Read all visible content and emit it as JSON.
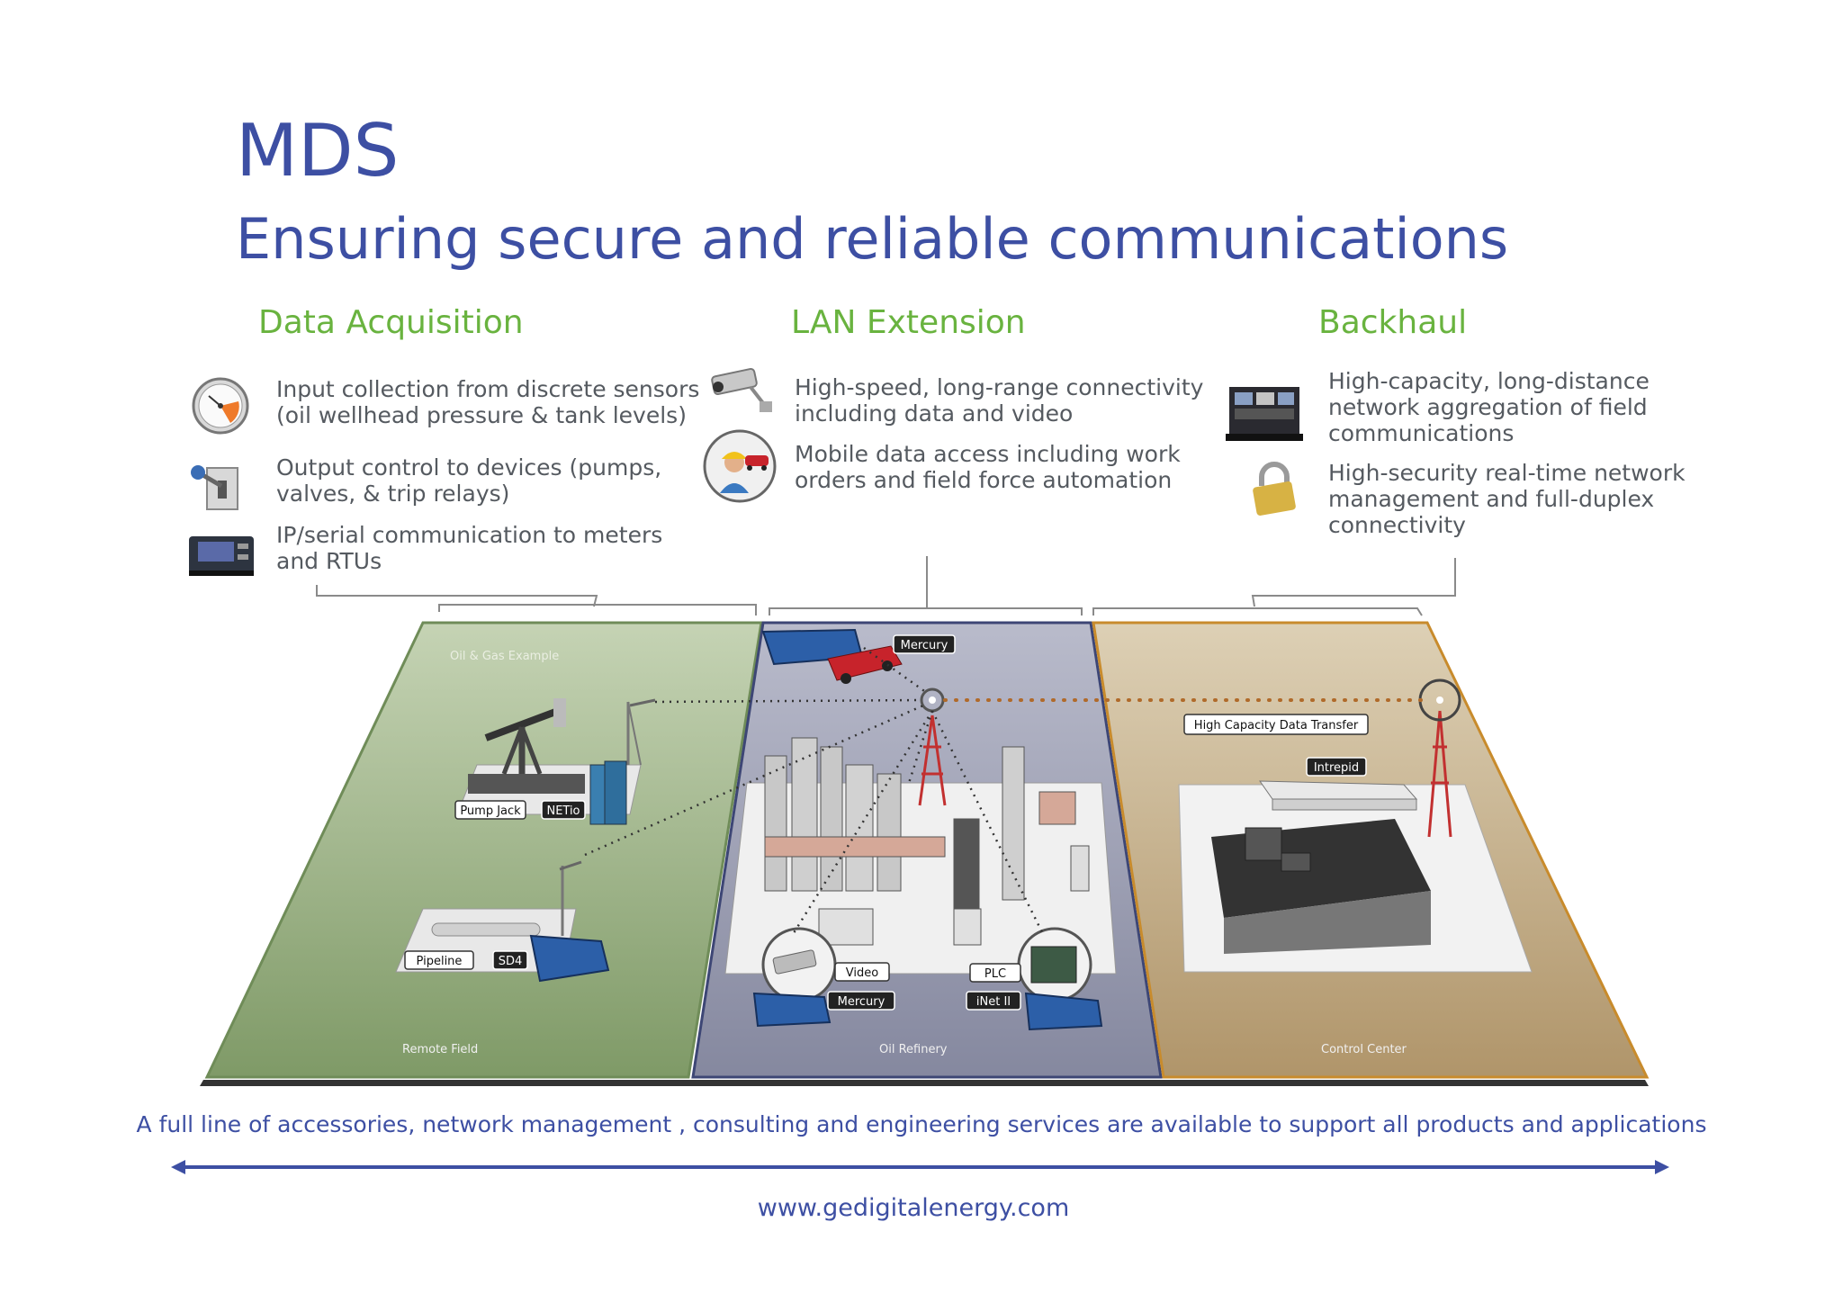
{
  "header": {
    "title": "MDS",
    "subtitle": "Ensuring secure and reliable communications"
  },
  "columns": [
    {
      "heading": "Data Acquisition",
      "items": [
        {
          "icon": "pressure-gauge-icon",
          "lines": [
            "Input collection from discrete sensors",
            "(oil wellhead pressure & tank levels)"
          ]
        },
        {
          "icon": "switch-lever-icon",
          "lines": [
            "Output control to devices (pumps,",
            "valves, & trip relays)"
          ]
        },
        {
          "icon": "meter-device-icon",
          "lines": [
            "IP/serial communication to meters",
            "and RTUs"
          ]
        }
      ]
    },
    {
      "heading": "LAN Extension",
      "items": [
        {
          "icon": "security-camera-icon",
          "lines": [
            "High-speed, long-range connectivity",
            "including data and video"
          ]
        },
        {
          "icon": "field-worker-icon",
          "lines": [
            "Mobile data access including work",
            "orders and field force automation"
          ]
        }
      ]
    },
    {
      "heading": "Backhaul",
      "items": [
        {
          "icon": "control-room-icon",
          "lines": [
            "High-capacity, long-distance",
            "network aggregation of field",
            "communications"
          ]
        },
        {
          "icon": "padlock-icon",
          "lines": [
            "High-security real-time network",
            "management and full-duplex",
            "connectivity"
          ]
        }
      ]
    }
  ],
  "diagram": {
    "example_label": "Oil & Gas Example",
    "zones": [
      "Remote Field",
      "Oil Refinery",
      "Control Center"
    ],
    "labels": {
      "mercury_top": "Mercury",
      "pump_jack": "Pump Jack",
      "netio": "NETio",
      "pipeline": "Pipeline",
      "sd4": "SD4",
      "video": "Video",
      "mercury_bottom": "Mercury",
      "plc": "PLC",
      "inet": "iNet II",
      "high_capacity": "High Capacity Data Transfer",
      "intrepid": "Intrepid"
    },
    "zone_colors": {
      "remote_field": "#8aa673",
      "oil_refinery": "#8f92a8",
      "control_center": "#b49a6b"
    }
  },
  "footer": {
    "services": "A full line of accessories, network management , consulting and engineering services are available to support all products and applications",
    "website": "www.gedigitalenergy.com"
  }
}
